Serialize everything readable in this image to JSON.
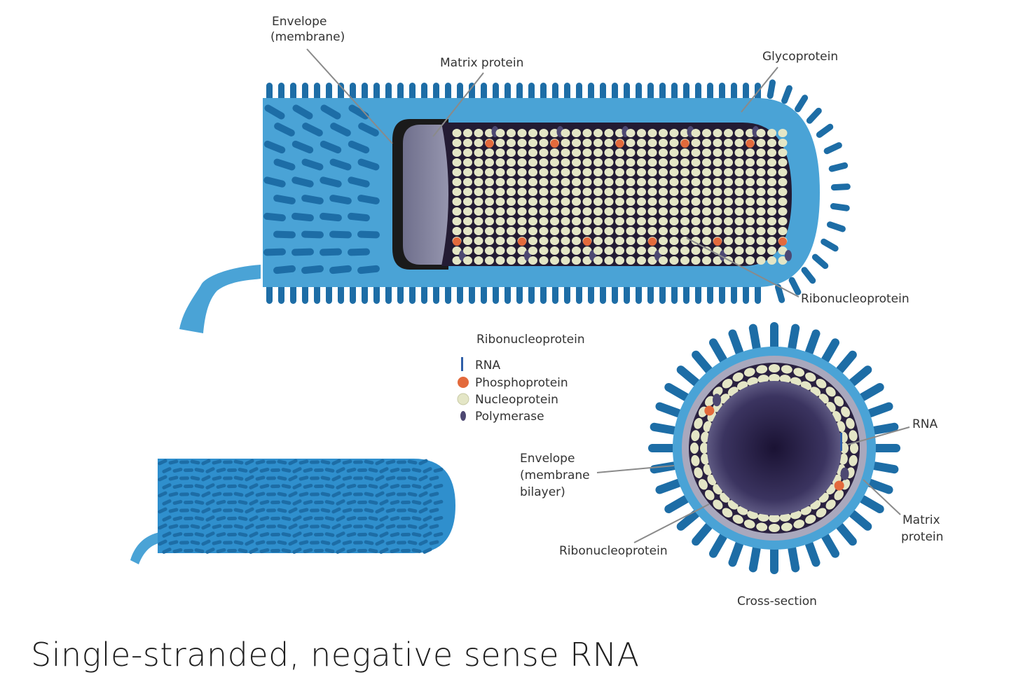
{
  "labels": {
    "envelope_top": [
      "Envelope",
      "(membrane)"
    ],
    "matrix_protein_top": "Matrix protein",
    "glycoprotein": "Glycoprotein",
    "ribonucleoprotein_right": "Ribonucleoprotein",
    "envelope_cross": [
      "Envelope",
      "(membrane",
      "bilayer)"
    ],
    "ribonucleoprotein_cross": "Ribonucleoprotein",
    "rna_cross": "RNA",
    "matrix_protein_cross": [
      "Matrix",
      "protein"
    ],
    "cross_section_title": "Cross-section"
  },
  "legend": {
    "title": "Ribonucleoprotein",
    "items": [
      {
        "label": "RNA",
        "color": "#2f5fa8",
        "icon": "rna-line-icon"
      },
      {
        "label": "Phosphoprotein",
        "color": "#e36a3c",
        "icon": "phosphoprotein-dot-icon"
      },
      {
        "label": "Nucleoprotein",
        "color": "#e4e6c6",
        "icon": "nucleoprotein-dot-icon"
      },
      {
        "label": "Polymerase",
        "color": "#4d4872",
        "icon": "polymerase-dot-icon"
      }
    ]
  },
  "caption": "Single-stranded, negative sense RNA",
  "colors": {
    "envelope": "#4aa3d6",
    "spike": "#1d6da6",
    "matrix": "#8c8ca6",
    "core_dark": "#231b33",
    "nucleoprotein": "#e4e6c6",
    "phosphoprotein": "#e36a3c",
    "polymerase": "#4d4872"
  }
}
